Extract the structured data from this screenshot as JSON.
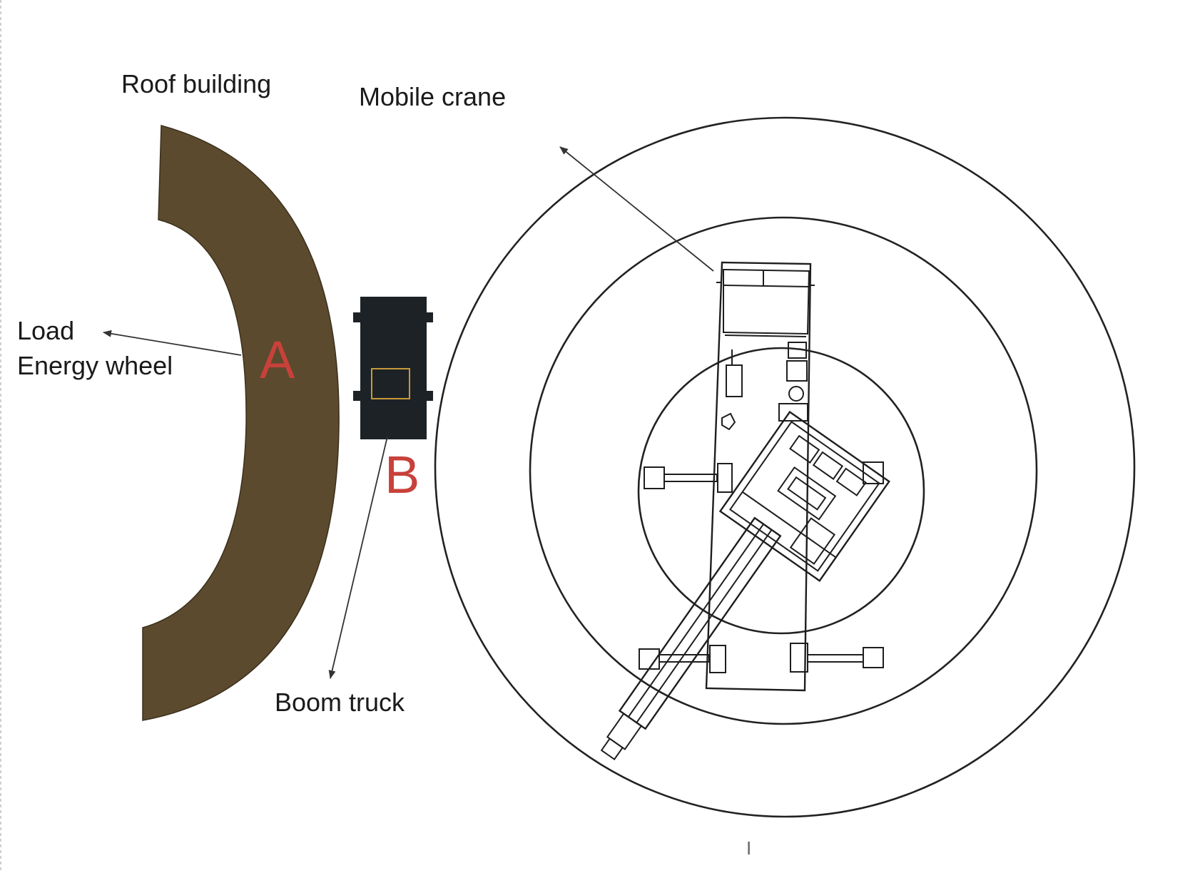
{
  "labels": {
    "roof_building": "Roof building",
    "mobile_crane": "Mobile crane",
    "load_line1": "Load",
    "load_line2": "Energy wheel",
    "boom_truck": "Boom truck",
    "footer_mark": "I"
  },
  "markers": {
    "a": "A",
    "b": "B"
  },
  "colors": {
    "roof": "#5b4a2e",
    "marker": "#c8413a",
    "truck": "#1c2226",
    "load_box": "#c89a3a",
    "line": "#1e1e1e"
  }
}
